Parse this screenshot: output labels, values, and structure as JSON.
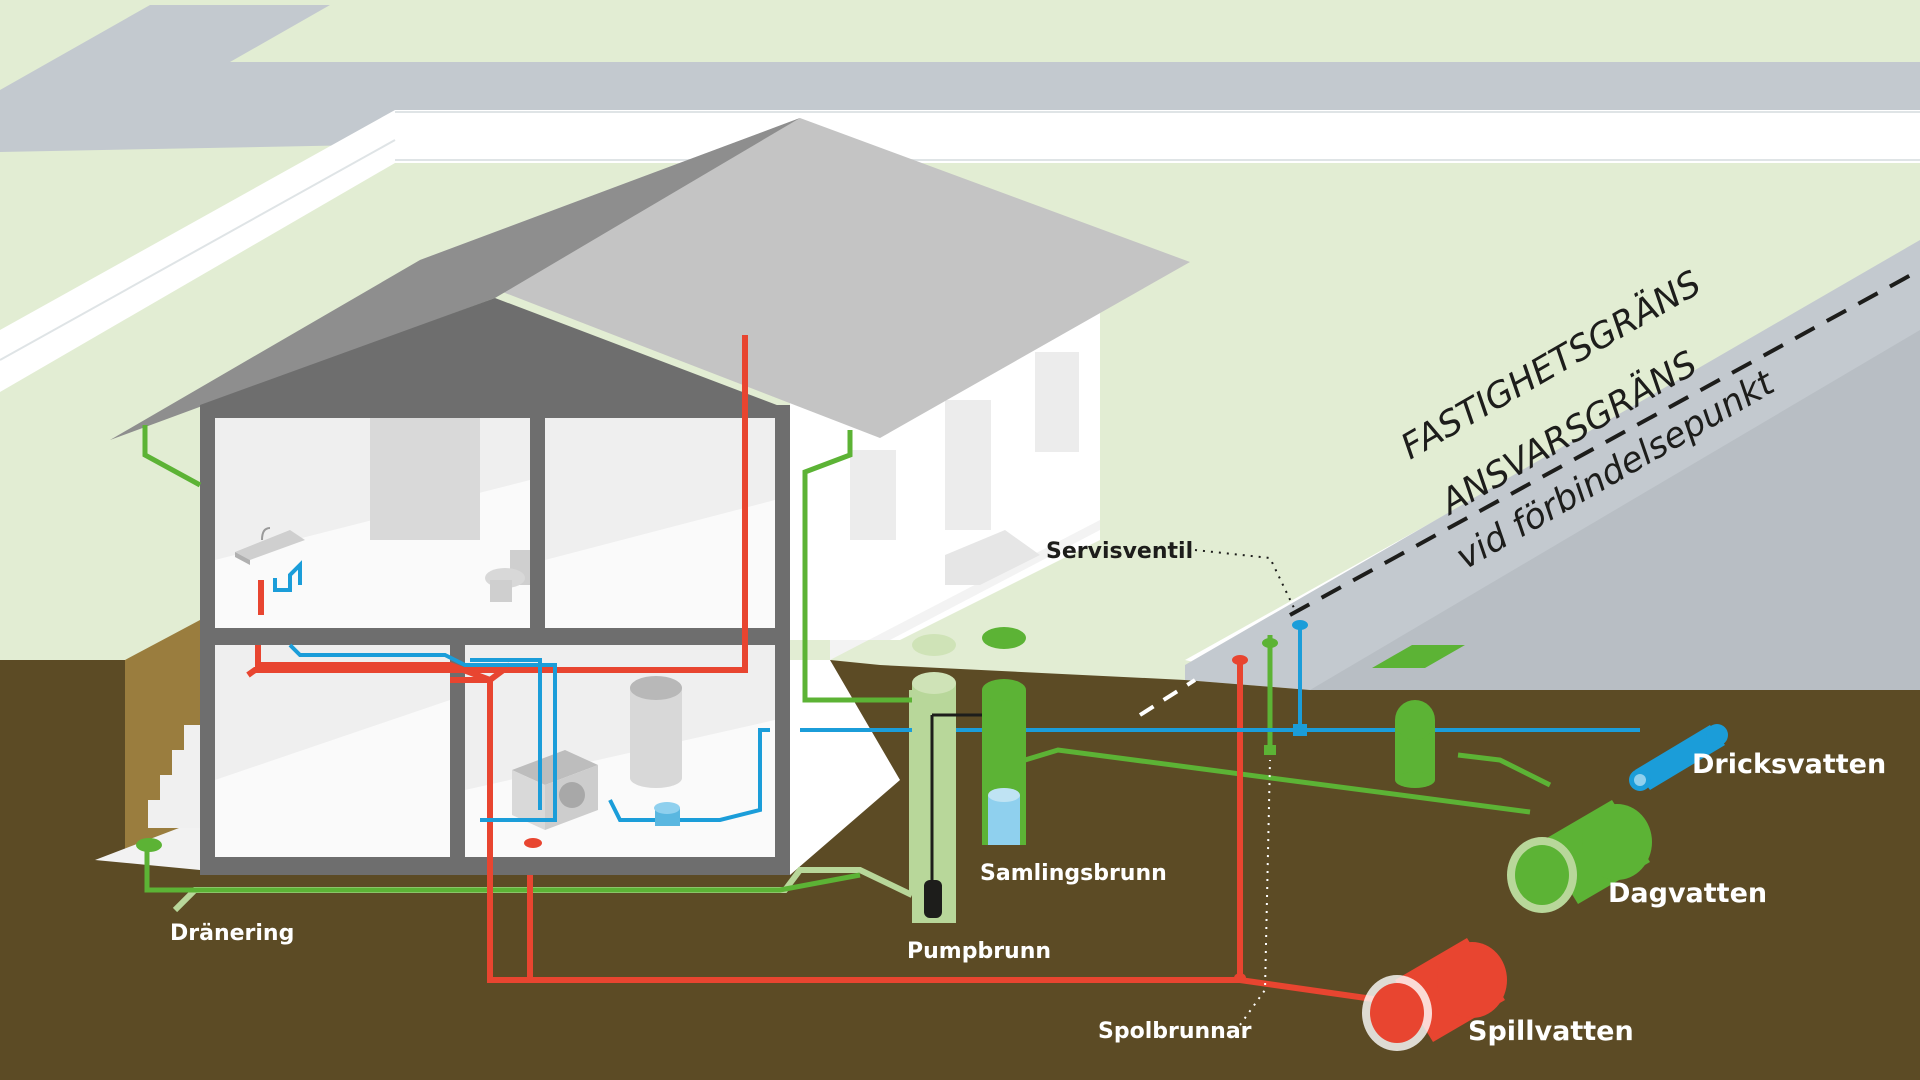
{
  "labels": {
    "fastighetsgrans": "FASTIGHETSGRÄNS",
    "ansvarsgrans": "ANSVARSGRÄNS",
    "forbindelsepunkt": "vid förbindelsepunkt",
    "servisventil": "Servisventil",
    "samlingsbrunn": "Samlingsbrunn",
    "pumpbrunn": "Pumpbrunn",
    "dranering": "Dränering",
    "spolbrunnar": "Spolbrunnar",
    "dricksvatten": "Dricksvatten",
    "dagvatten": "Dagvatten",
    "spillvatten": "Spillvatten"
  },
  "colors": {
    "spillvatten": "#e84530",
    "dagvatten": "#5cb335",
    "dranering": "#b8d79a",
    "dricksvatten": "#1b9dd9",
    "soil": "#5c4b25",
    "grass": "#e2edd3",
    "road": "#c3c9cf"
  }
}
